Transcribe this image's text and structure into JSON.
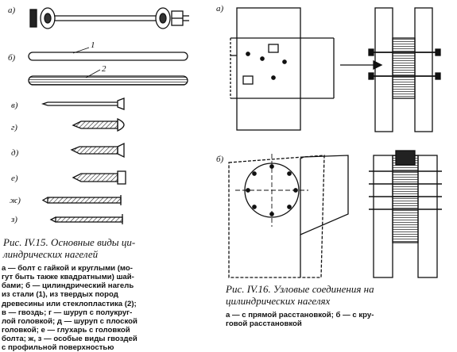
{
  "figure_15": {
    "labels": {
      "a": "а)",
      "b": "б)",
      "v": "в)",
      "g": "г)",
      "d": "д)",
      "e": "е)",
      "zh": "ж)",
      "z": "з)"
    },
    "callouts": [
      "1",
      "2"
    ],
    "caption_title_1": "Рис. IV.15. Основные виды ци-",
    "caption_title_2": "линдрических нагелей",
    "caption_body": [
      "а — болт с гайкой и круглыми (мо-",
      "гут быть также квадратными) шай-",
      "бами; б — цилиндрический нагель",
      "из стали (1), из твердых пород",
      "древесины или стеклопластика (2);",
      "в — гвоздь; г — шуруп с полукруг-",
      "лой головкой; д — шуруп с плоской",
      "головкой; е — глухарь с головкой",
      "болта; ж, з — особые виды гвоздей",
      "с профильной поверхностью"
    ]
  },
  "figure_16": {
    "labels": {
      "a": "а)",
      "b": "б)"
    },
    "caption_title_1": "Рис. IV.16. Узловые соединения на",
    "caption_title_2": "цилиндрических нагелях",
    "caption_body": [
      "а — с прямой расстановкой; б — с кру-",
      "говой расстановкой"
    ]
  }
}
